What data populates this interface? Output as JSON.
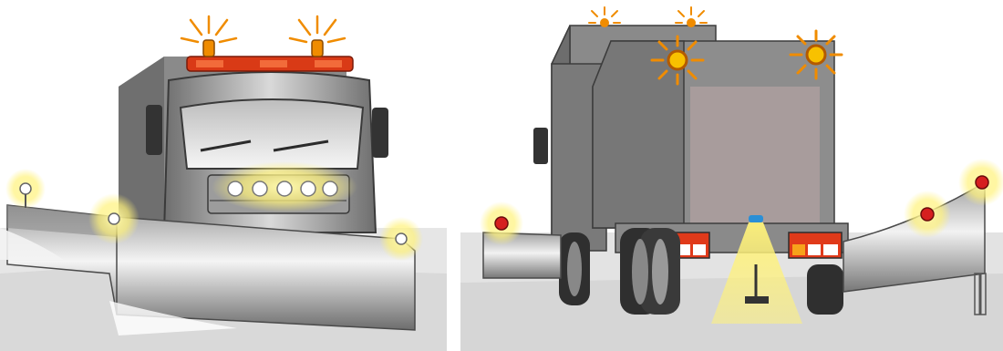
{
  "figure": {
    "panels": [
      {
        "id": "front",
        "subject": "snowplow-truck-front-view"
      },
      {
        "id": "rear",
        "subject": "snowplow-truck-rear-view"
      }
    ]
  },
  "colors": {
    "beacon_amber": "#f08c00",
    "light_glow": "#fff27a",
    "marker_red": "#d61f1f",
    "tail_light_red": "#e03a1a",
    "tail_light_amber": "#f7a21b",
    "cab_grey": "#8f8f8f",
    "blade_grey": "#b8b8b8",
    "snow": "#e6e6e6",
    "rear_panel_tint": "#a89c9c",
    "blue_beacon": "#2a8fd6"
  }
}
